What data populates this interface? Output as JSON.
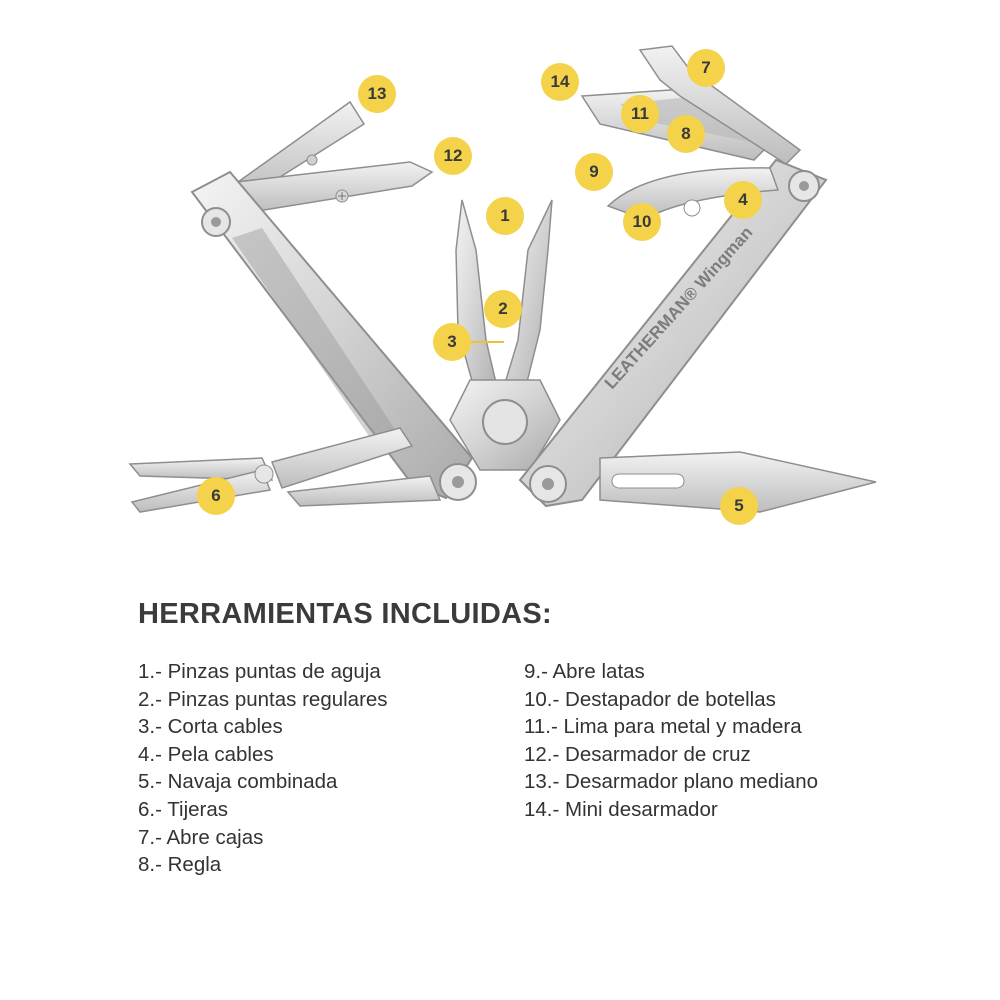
{
  "heading": "HERRAMIENTAS INCLUIDAS:",
  "brand_text": "LEATHERMAN® Wingman",
  "colors": {
    "badge": "#f4d24a",
    "steel_light": "#eeeeee",
    "steel_mid": "#c9c9c9",
    "steel_dark": "#8e8e8e",
    "text": "#333333"
  },
  "badges": [
    "1",
    "2",
    "3",
    "4",
    "5",
    "6",
    "7",
    "8",
    "9",
    "10",
    "11",
    "12",
    "13",
    "14"
  ],
  "tools_left": [
    "1.- Pinzas puntas de aguja",
    "2.- Pinzas puntas regulares",
    "3.- Corta cables",
    "4.- Pela cables",
    "5.- Navaja combinada",
    "6.- Tijeras",
    "7.- Abre cajas",
    "8.- Regla"
  ],
  "tools_right": [
    "9.- Abre latas",
    "10.- Destapador de botellas",
    "11.- Lima para metal y madera",
    "12.- Desarmador de cruz",
    "13.- Desarmador plano mediano",
    "14.- Mini desarmador"
  ]
}
